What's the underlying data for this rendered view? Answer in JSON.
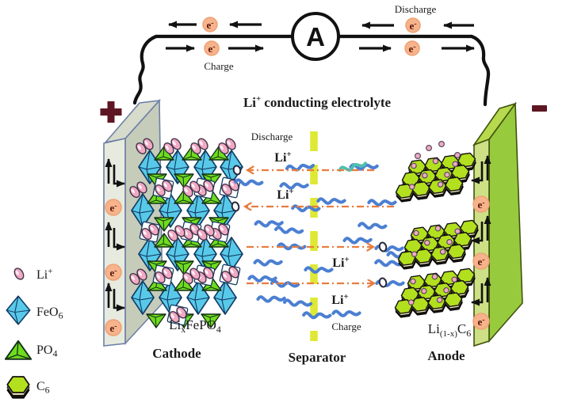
{
  "colors": {
    "octahedron": "#58c9e9",
    "octStroke": "#123a63",
    "tetrahedron": "#6edc1f",
    "liPink": "#f1a9c4",
    "graphite": "#b2e01e",
    "graphiteCream": "#f2ecc0",
    "squiggle": "#4b7fd2",
    "tealSquiggle": "#50bfae",
    "orangeArrow": "#e87c3e",
    "separator": "#dde934",
    "eBadge": "#f6b38c",
    "anodeGreen": "#98ca3e",
    "signMaroon": "#5e1722"
  },
  "circuit": {
    "ammeter": "A",
    "discharge": "Discharge",
    "charge": "Charge",
    "electron_e": "e",
    "electron_minus": "-"
  },
  "electrolyte": {
    "title_li": "Li",
    "title_sup": "+",
    "title_rest": "conducting electrolyte",
    "discharge": "Discharge",
    "charge": "Charge",
    "ion_li": "Li",
    "ion_sup": "+"
  },
  "separator_label": "Separator",
  "cathode": {
    "formula_li": "Li",
    "formula_sub_x": "x",
    "formula_body": "FePO",
    "formula_sub_4": "4",
    "name": "Cathode"
  },
  "anode": {
    "formula_li": "Li",
    "formula_sub": "(1-x)",
    "formula_c": "C",
    "formula_sub_6": "6",
    "name": "Anode"
  },
  "legend": {
    "li_label": "Li",
    "li_sup": "+",
    "feo6_base": "FeO",
    "feo6_sub": "6",
    "po4_base": "PO",
    "po4_sub": "4",
    "c6_base": "C",
    "c6_sub": "6"
  }
}
